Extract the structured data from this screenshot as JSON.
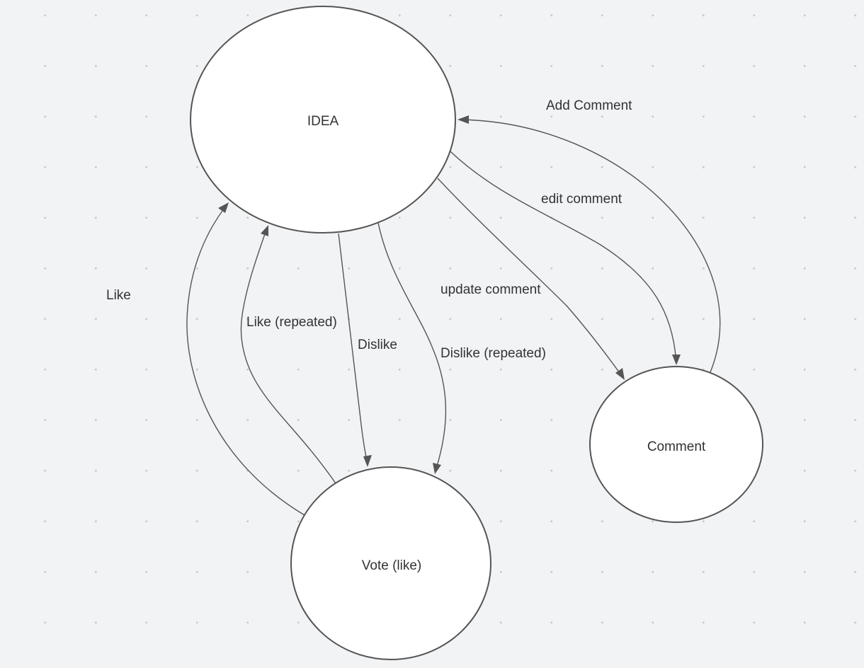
{
  "diagram": {
    "nodes": {
      "idea": {
        "label": "IDEA"
      },
      "comment": {
        "label": "Comment"
      },
      "vote": {
        "label": "Vote (like)"
      }
    },
    "edges": {
      "add_comment": {
        "label": "Add Comment",
        "from": "Comment",
        "to": "IDEA"
      },
      "edit_comment": {
        "label": "edit comment",
        "from": "IDEA",
        "to": "Comment"
      },
      "update_comment": {
        "label": "update comment",
        "from": "IDEA",
        "to": "Comment"
      },
      "like": {
        "label": "Like",
        "from": "Vote (like)",
        "to": "IDEA"
      },
      "like_repeated": {
        "label": "Like (repeated)",
        "from": "Vote (like)",
        "to": "IDEA"
      },
      "dislike": {
        "label": "Dislike",
        "from": "IDEA",
        "to": "Vote (like)"
      },
      "dislike_repeated": {
        "label": "Dislike (repeated)",
        "from": "IDEA",
        "to": "Vote (like)"
      }
    },
    "colors": {
      "background": "#f2f3f5",
      "grid_dot": "#c8cad0",
      "node_fill": "#ffffff",
      "stroke": "#555555",
      "text": "#333333"
    }
  }
}
